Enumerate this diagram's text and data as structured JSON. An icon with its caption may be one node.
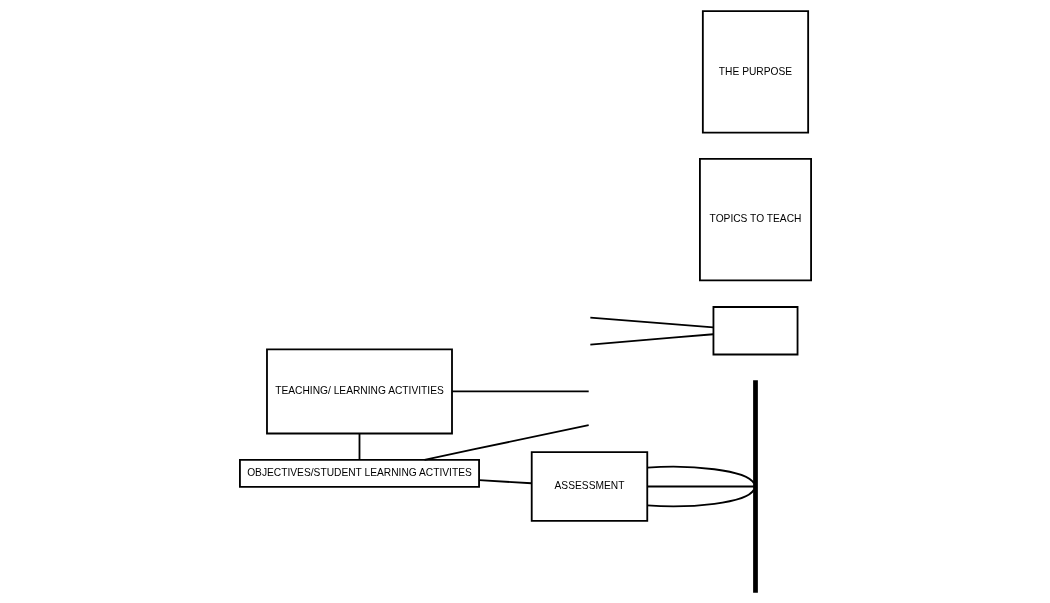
{
  "diagram": {
    "nodes": [
      {
        "text": [
          "OBJECTIVES/STUDENT LEARNING ACTIVITES"
        ]
      },
      {
        "text": [
          "ASSESSMENT"
        ]
      },
      {
        "text": [
          "TEACHING/ LEARNING ACTIVITIES"
        ]
      },
      {
        "text": [],
        "shape": "box"
      },
      {
        "text": [
          "TOPICS TO TEACH"
        ]
      },
      {
        "text": [
          "THE PURPOSE"
        ]
      },
      {
        "text": [],
        "shape": "bar"
      }
    ],
    "edges": [
      {
        "from": 1,
        "to": 0,
        "arrow": "none"
      },
      {
        "from": 1,
        "to": 6,
        "arrow": "none"
      },
      {
        "from": 1,
        "to": 6,
        "arrow": "none"
      },
      {
        "from": 1,
        "to": 6,
        "arrow": "none"
      },
      {
        "from": 2,
        "to": 0,
        "arrow": "none"
      },
      {
        "from": 2,
        "to": null,
        "arrow": "none"
      },
      {
        "from": 0,
        "to": null,
        "arrow": "none"
      },
      {
        "from": null,
        "to": 3,
        "arrow": "none"
      },
      {
        "from": null,
        "to": 3,
        "arrow": "none"
      }
    ]
  }
}
